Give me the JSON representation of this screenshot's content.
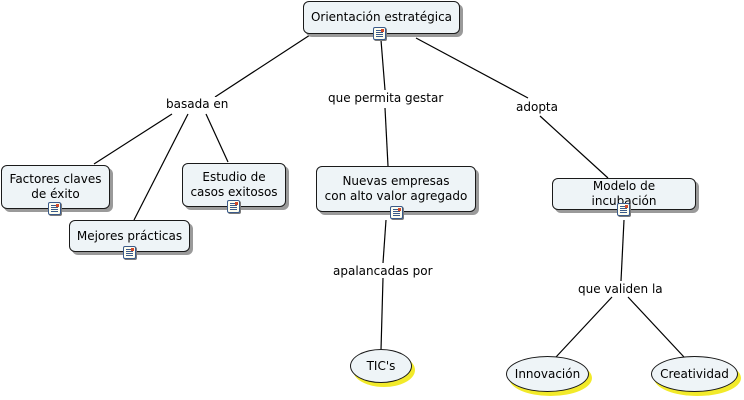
{
  "concepts": {
    "root": "Orientación estratégica",
    "factores": "Factores claves\nde éxito",
    "mejores": "Mejores prácticas",
    "estudio": "Estudio de\ncasos exitosos",
    "nuevas": "Nuevas empresas\ncon alto valor agregado",
    "modelo": "Modelo de incubación",
    "tics": "TIC's",
    "innovacion": "Innovación",
    "creatividad": "Creatividad"
  },
  "linking_phrases": {
    "basada_en": "basada en",
    "que_permita_gestar": "que permita gestar",
    "adopta": "adopta",
    "apalancadas_por": "apalancadas por",
    "que_validen_la": "que validen la"
  },
  "icons": [
    "document-icon"
  ],
  "colors": {
    "node_fill": "#eef4f7",
    "node_border": "#1a1a1a",
    "node_shadow": "#9a9a9a",
    "oval_shadow": "#f2ea2a",
    "line": "#000000"
  }
}
